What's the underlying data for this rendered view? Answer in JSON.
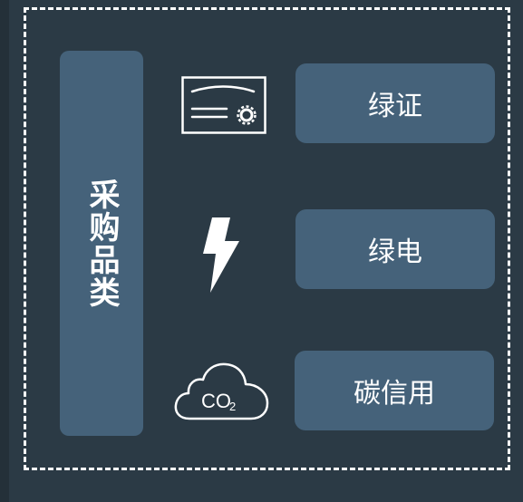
{
  "category": {
    "label": "采购品类"
  },
  "items": [
    {
      "label": "绿证",
      "icon": "certificate-icon"
    },
    {
      "label": "绿电",
      "icon": "lightning-bolt-icon"
    },
    {
      "label": "碳信用",
      "icon": "co2-cloud-icon"
    }
  ],
  "icons": {
    "co2_text": "CO",
    "co2_subscript": "2"
  },
  "colors": {
    "background": "#2b3a45",
    "panel": "#45627a",
    "dashed_border": "#ffffff",
    "text": "#ffffff"
  }
}
